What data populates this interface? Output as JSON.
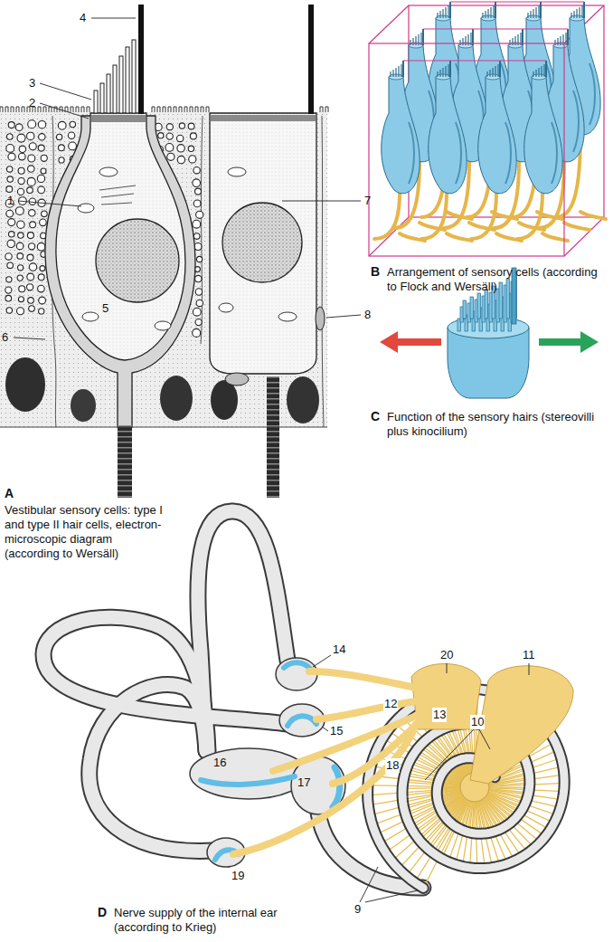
{
  "diagram": {
    "labels": [
      "1",
      "2",
      "3",
      "4",
      "5",
      "6",
      "7",
      "8",
      "B",
      "Arrangement of sensory cells (according to Flock and Wersäll)",
      "C",
      "Function of the sensory hairs (stereovilli plus kinocilium)",
      "A",
      "Vestibular sensory cells: type I and type II hair cells, electron-microscopic diagram (according to Wersäll)",
      "14",
      "20",
      "11",
      "15",
      "12",
      "13",
      "10",
      "16",
      "17",
      "18",
      "19",
      "9",
      "D",
      "Nerve supply of the internal ear (according to Krieg)"
    ]
  }
}
